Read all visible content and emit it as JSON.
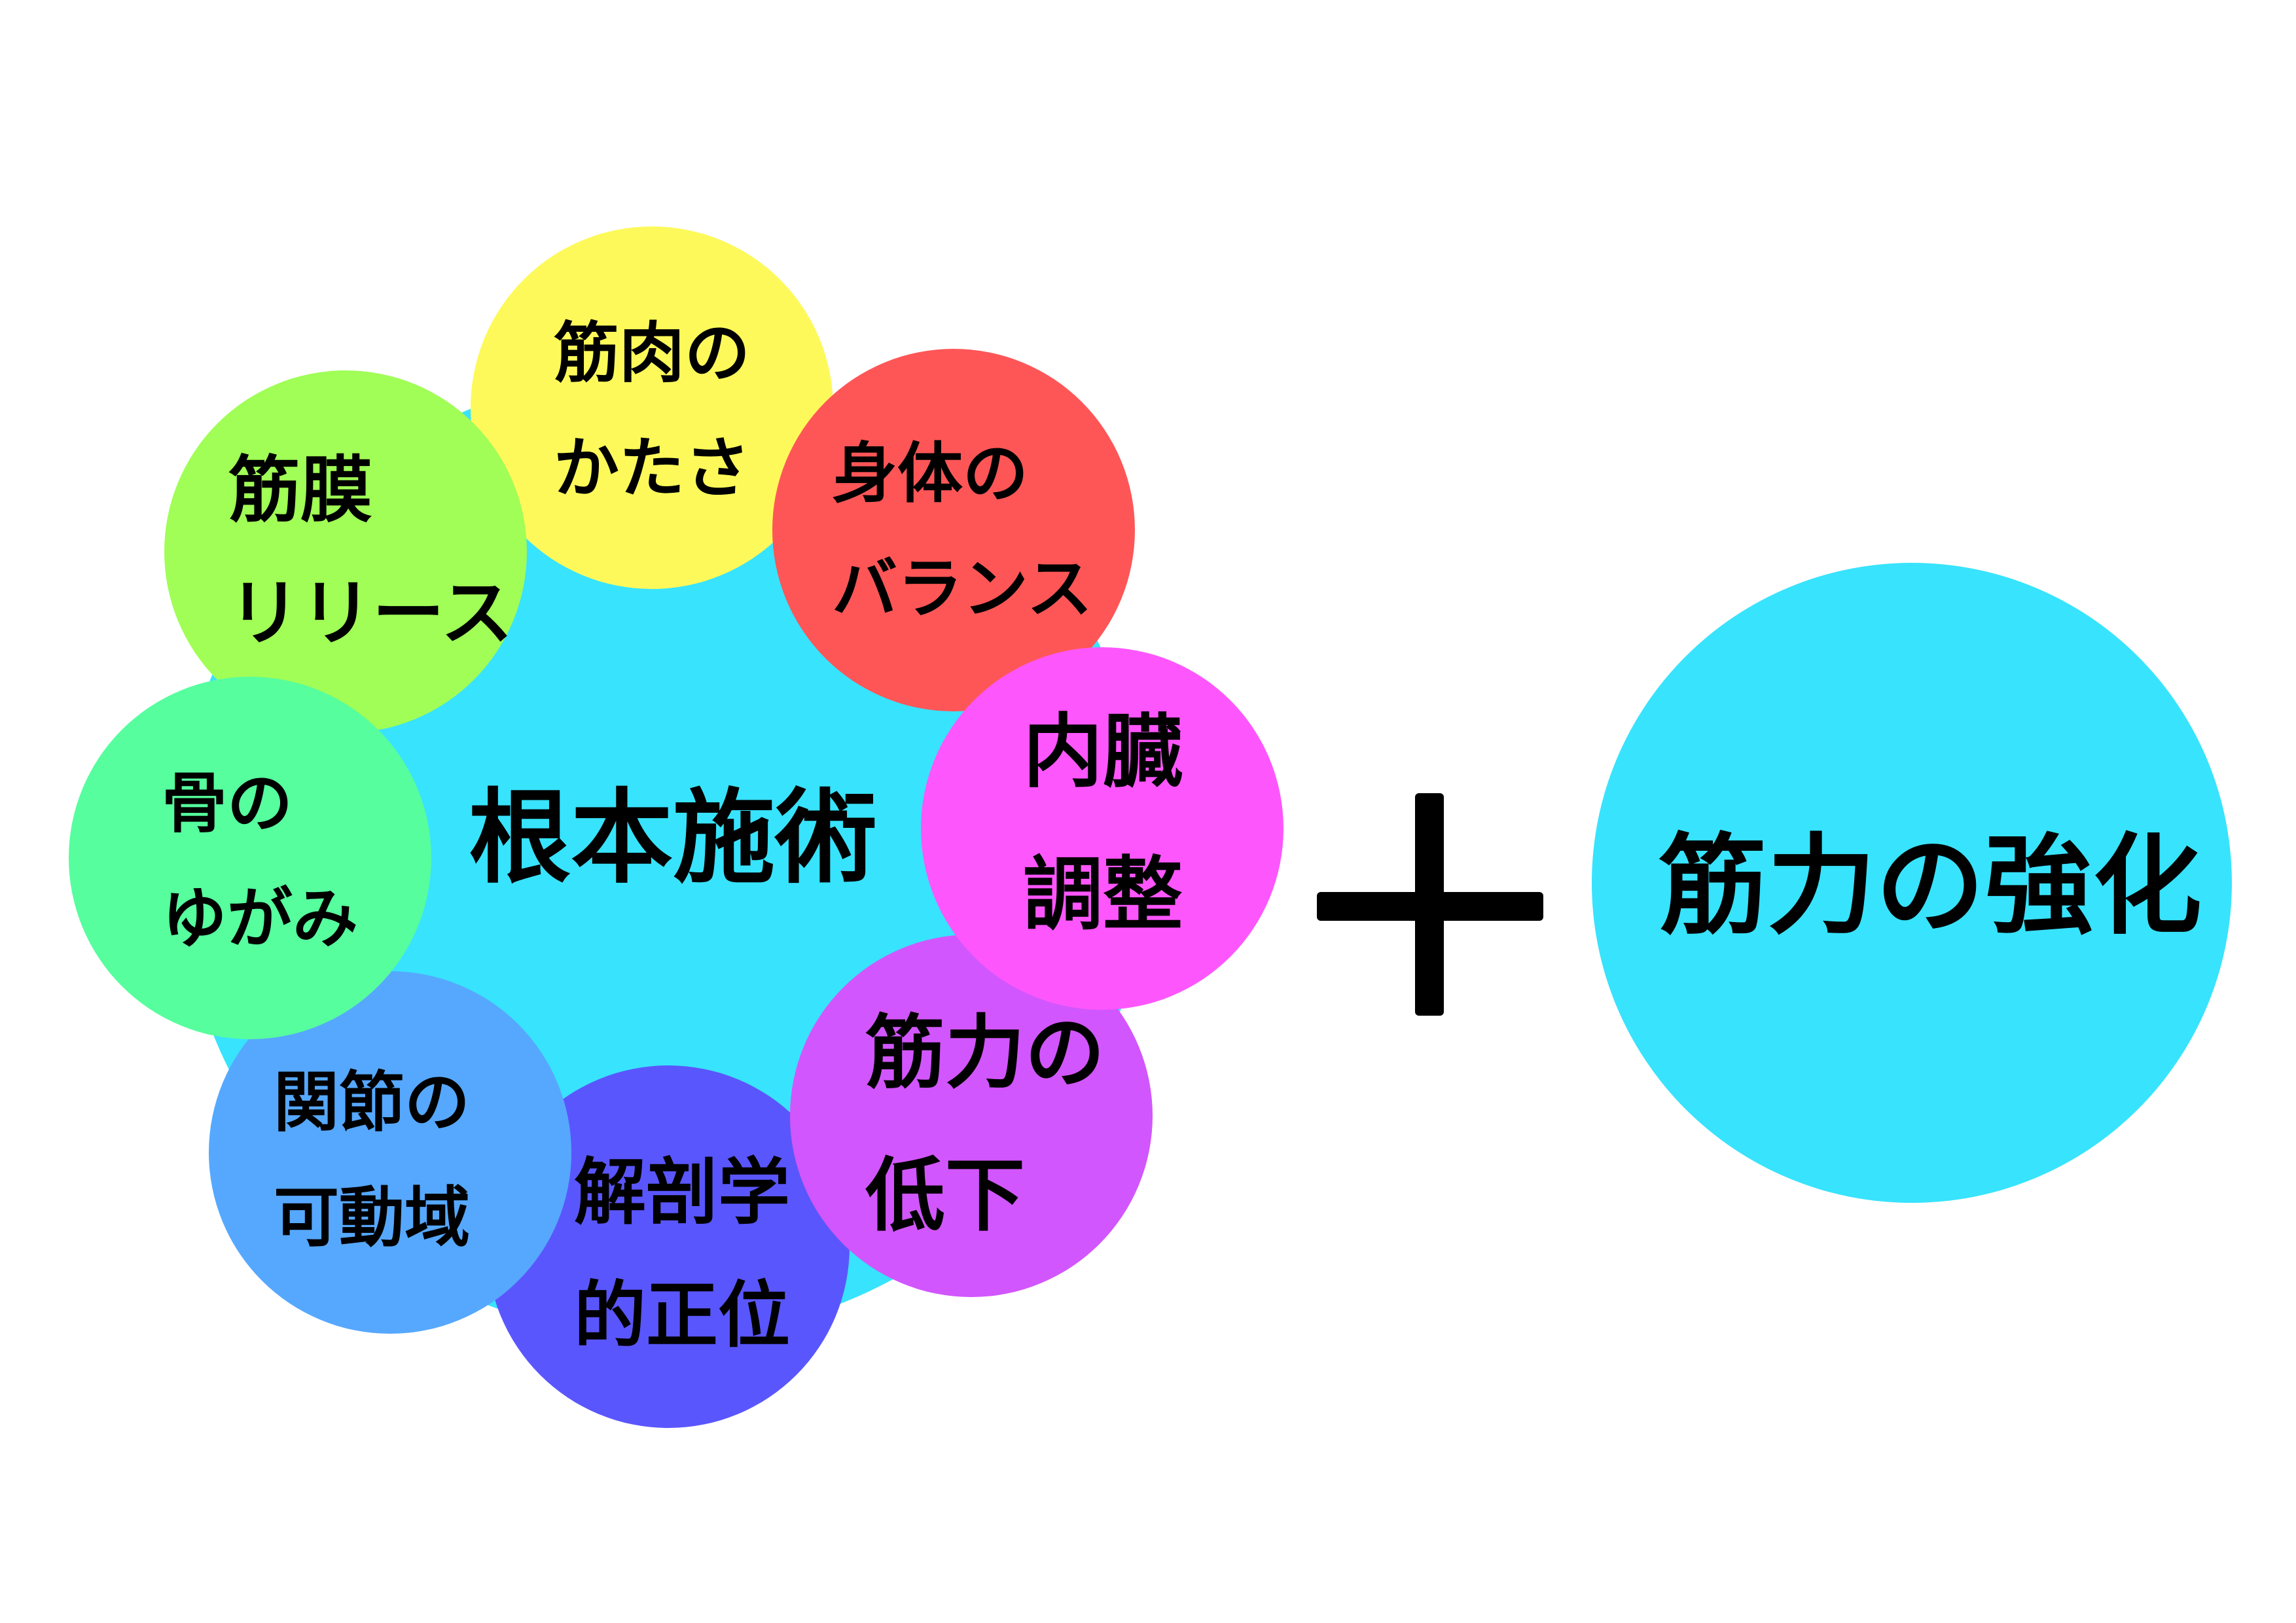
{
  "colors": {
    "core": "#38E3FD",
    "yellow": "#FDF95A",
    "red": "#FE5657",
    "magenta": "#FE56FD",
    "purple": "#D256FD",
    "violet": "#5A56FE",
    "blue": "#56A8FE",
    "green": "#56FE9E",
    "lime": "#A0FE56",
    "right": "#38E3FD"
  },
  "core_label": "根本施術",
  "items": {
    "yellow": [
      "筋肉の",
      "かたさ"
    ],
    "red": [
      "身体の",
      "バランス"
    ],
    "magenta": [
      "内臓",
      "調整"
    ],
    "purple": [
      "筋力の",
      "低下"
    ],
    "violet": [
      "解剖学",
      "的正位"
    ],
    "blue": [
      "関節の",
      "可動域"
    ],
    "green": [
      "骨の",
      "ゆがみ"
    ],
    "lime": [
      "筋膜",
      "リリース"
    ]
  },
  "operator": "plus",
  "result_label": "筋力の強化"
}
